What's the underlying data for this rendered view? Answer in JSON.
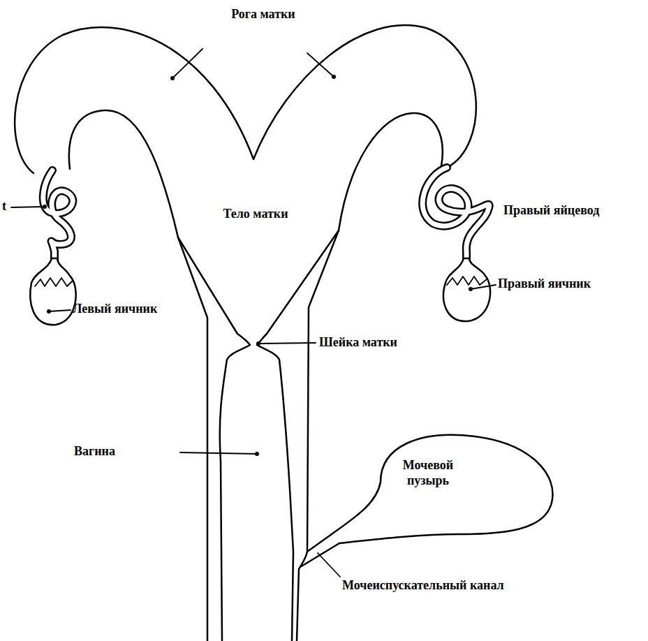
{
  "diagram": {
    "labels": [
      "Рога матки",
      "t",
      "Тело матки",
      "Правый яйцевод",
      "Правый яичник",
      "Левый яичник",
      "Шейка матки",
      "Вагина",
      "Мочевой пузырь",
      "Мочеиспускательный канал"
    ]
  }
}
